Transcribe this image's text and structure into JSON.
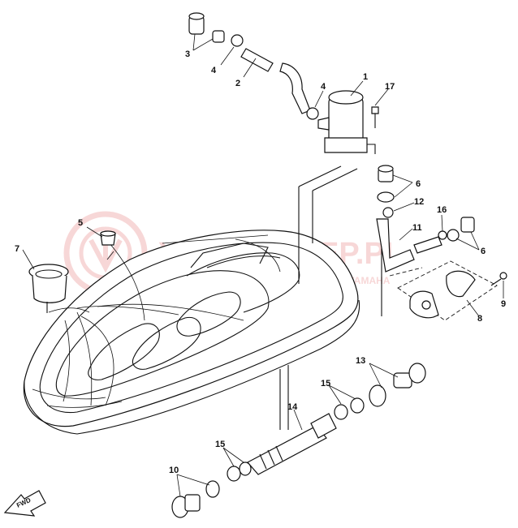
{
  "watermark": {
    "brand": "YAMA-SKLEP.PL",
    "tagline": "WYŁĄCZNY AUTORYZOWANY DEALER YAMAHA",
    "color": "#f2b8b8"
  },
  "callouts": [
    {
      "id": "1",
      "label": "1"
    },
    {
      "id": "2",
      "label": "2"
    },
    {
      "id": "3",
      "label": "3"
    },
    {
      "id": "4a",
      "label": "4"
    },
    {
      "id": "4b",
      "label": "4"
    },
    {
      "id": "5",
      "label": "5"
    },
    {
      "id": "6a",
      "label": "6"
    },
    {
      "id": "6b",
      "label": "6"
    },
    {
      "id": "7",
      "label": "7"
    },
    {
      "id": "8",
      "label": "8"
    },
    {
      "id": "9",
      "label": "9"
    },
    {
      "id": "10",
      "label": "10"
    },
    {
      "id": "11",
      "label": "11"
    },
    {
      "id": "12",
      "label": "12"
    },
    {
      "id": "13",
      "label": "13"
    },
    {
      "id": "14",
      "label": "14"
    },
    {
      "id": "15a",
      "label": "15"
    },
    {
      "id": "15b",
      "label": "15"
    },
    {
      "id": "16",
      "label": "16"
    },
    {
      "id": "17",
      "label": "17"
    }
  ],
  "fwd_label": "FWD",
  "icons": {
    "fwd": "fwd-arrow-icon",
    "watermark_logo": "yamaha-tuning-fork-icon"
  }
}
